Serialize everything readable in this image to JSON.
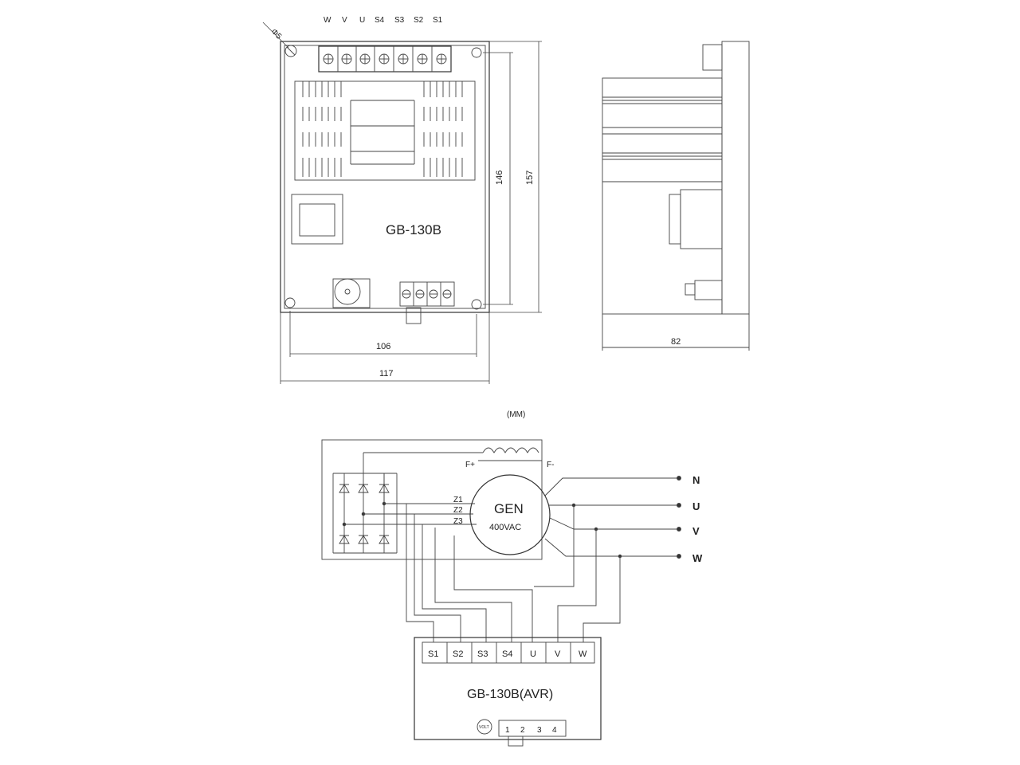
{
  "drawing": {
    "model_label": "GB-130B",
    "terminal_labels_top": [
      "W",
      "V",
      "U",
      "S4",
      "S3",
      "S2",
      "S1"
    ],
    "dimensions": {
      "hole_dia": "Φ5",
      "height_outer": "157",
      "height_inner": "146",
      "width_inner": "106",
      "width_outer": "117",
      "depth": "82"
    },
    "unit_note": "(MM)"
  },
  "wiring": {
    "generator_label": "GEN",
    "generator_voltage": "400VAC",
    "field_plus": "F+",
    "field_minus": "F-",
    "aux_windings": [
      "Z1",
      "Z2",
      "Z3"
    ],
    "outputs": [
      "N",
      "U",
      "V",
      "W"
    ],
    "avr_label": "GB-130B(AVR)",
    "avr_terminals": [
      "S1",
      "S2",
      "S3",
      "S4",
      "U",
      "V",
      "W"
    ],
    "volt_knob": "VOLT",
    "bottom_terminals": [
      "1",
      "2",
      "3",
      "4"
    ]
  }
}
